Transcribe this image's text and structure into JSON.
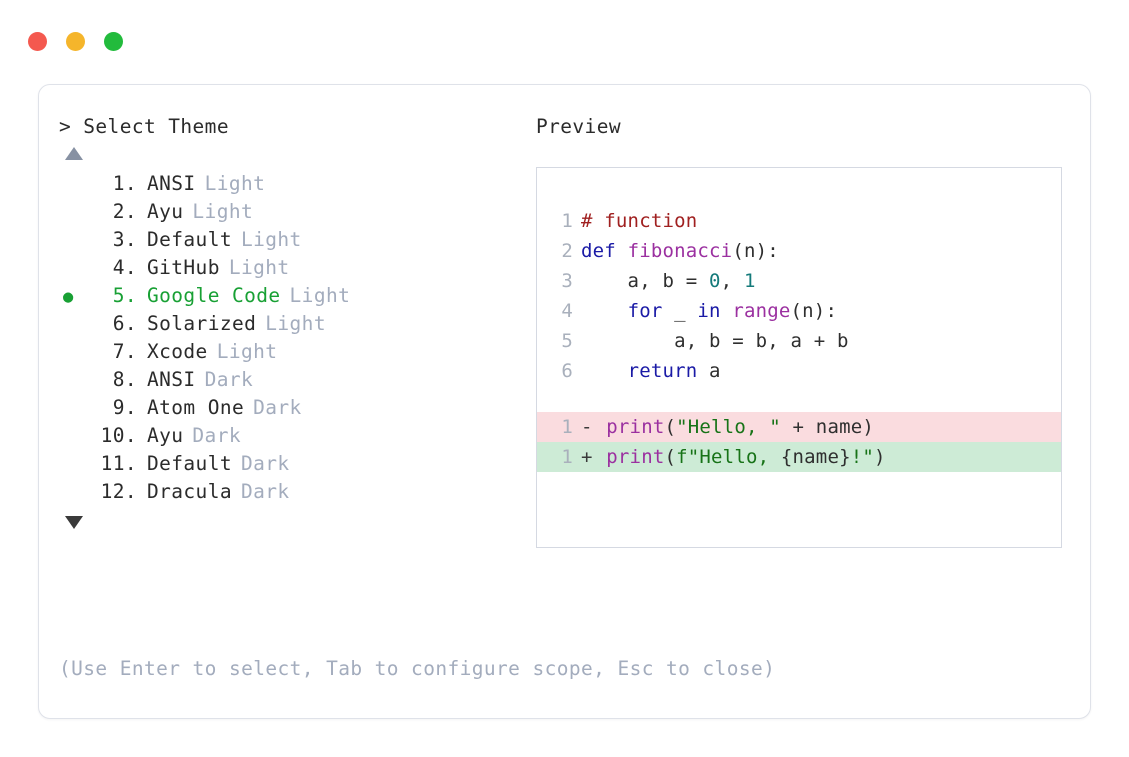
{
  "window": {
    "controls": [
      {
        "name": "close",
        "color": "#F4594F"
      },
      {
        "name": "minimize",
        "color": "#F5B52B"
      },
      {
        "name": "maximize",
        "color": "#22BB3C"
      }
    ]
  },
  "prompt": {
    "marker": ">",
    "label": "Select Theme",
    "text": "> Select Theme"
  },
  "scroll": {
    "up_indicator": "▲",
    "down_indicator": "▼"
  },
  "themes": {
    "selected_index": 5,
    "selected_bullet": "●",
    "items": [
      {
        "index": "1.",
        "name": "ANSI",
        "mode": "Light",
        "selected": false
      },
      {
        "index": "2.",
        "name": "Ayu",
        "mode": "Light",
        "selected": false
      },
      {
        "index": "3.",
        "name": "Default",
        "mode": "Light",
        "selected": false
      },
      {
        "index": "4.",
        "name": "GitHub",
        "mode": "Light",
        "selected": false
      },
      {
        "index": "5.",
        "name": "Google Code",
        "mode": "Light",
        "selected": true
      },
      {
        "index": "6.",
        "name": "Solarized",
        "mode": "Light",
        "selected": false
      },
      {
        "index": "7.",
        "name": "Xcode",
        "mode": "Light",
        "selected": false
      },
      {
        "index": "8.",
        "name": "ANSI",
        "mode": "Dark",
        "selected": false
      },
      {
        "index": "9.",
        "name": "Atom One",
        "mode": "Dark",
        "selected": false
      },
      {
        "index": "10.",
        "name": "Ayu",
        "mode": "Dark",
        "selected": false
      },
      {
        "index": "11.",
        "name": "Default",
        "mode": "Dark",
        "selected": false
      },
      {
        "index": "12.",
        "name": "Dracula",
        "mode": "Dark",
        "selected": false
      }
    ]
  },
  "preview": {
    "label": "Preview",
    "code": {
      "lines": [
        {
          "ln": "1",
          "tokens": [
            {
              "t": "# function",
              "c": "comment"
            }
          ]
        },
        {
          "ln": "2",
          "tokens": [
            {
              "t": "def ",
              "c": "keyword"
            },
            {
              "t": "fibonacci",
              "c": "func"
            },
            {
              "t": "(n):",
              "c": "plain"
            }
          ]
        },
        {
          "ln": "3",
          "tokens": [
            {
              "t": "    a, b = ",
              "c": "plain"
            },
            {
              "t": "0",
              "c": "num"
            },
            {
              "t": ", ",
              "c": "plain"
            },
            {
              "t": "1",
              "c": "num"
            }
          ]
        },
        {
          "ln": "4",
          "tokens": [
            {
              "t": "    ",
              "c": "plain"
            },
            {
              "t": "for",
              "c": "keyword"
            },
            {
              "t": " _ ",
              "c": "plain"
            },
            {
              "t": "in",
              "c": "keyword"
            },
            {
              "t": " ",
              "c": "plain"
            },
            {
              "t": "range",
              "c": "func"
            },
            {
              "t": "(n):",
              "c": "plain"
            }
          ]
        },
        {
          "ln": "5",
          "tokens": [
            {
              "t": "        a, b = b, a + b",
              "c": "plain"
            }
          ]
        },
        {
          "ln": "6",
          "tokens": [
            {
              "t": "    ",
              "c": "plain"
            },
            {
              "t": "return",
              "c": "keyword"
            },
            {
              "t": " a",
              "c": "plain"
            }
          ]
        }
      ],
      "diff": [
        {
          "ln": "1",
          "mark": "-",
          "type": "removed",
          "tokens": [
            {
              "t": "print",
              "c": "func"
            },
            {
              "t": "(",
              "c": "plain"
            },
            {
              "t": "\"Hello, \"",
              "c": "string"
            },
            {
              "t": " + name)",
              "c": "plain"
            }
          ]
        },
        {
          "ln": "1",
          "mark": "+",
          "type": "added",
          "tokens": [
            {
              "t": "print",
              "c": "func"
            },
            {
              "t": "(",
              "c": "plain"
            },
            {
              "t": "f\"Hello, ",
              "c": "string"
            },
            {
              "t": "{name}",
              "c": "plain"
            },
            {
              "t": "!\"",
              "c": "string"
            },
            {
              "t": ")",
              "c": "plain"
            }
          ]
        }
      ]
    }
  },
  "footer": {
    "hint": "(Use Enter to select, Tab to configure scope, Esc to close)"
  },
  "colors": {
    "accent_green": "#18A034",
    "muted": "#A3ACBD",
    "text": "#2B2B2B",
    "diff_removed_bg": "#FADCDF",
    "diff_added_bg": "#CDEBD6",
    "comment": "#A02020",
    "keyword": "#1A1AA6",
    "function": "#9B30A0",
    "number": "#147A7A",
    "string": "#177317"
  }
}
